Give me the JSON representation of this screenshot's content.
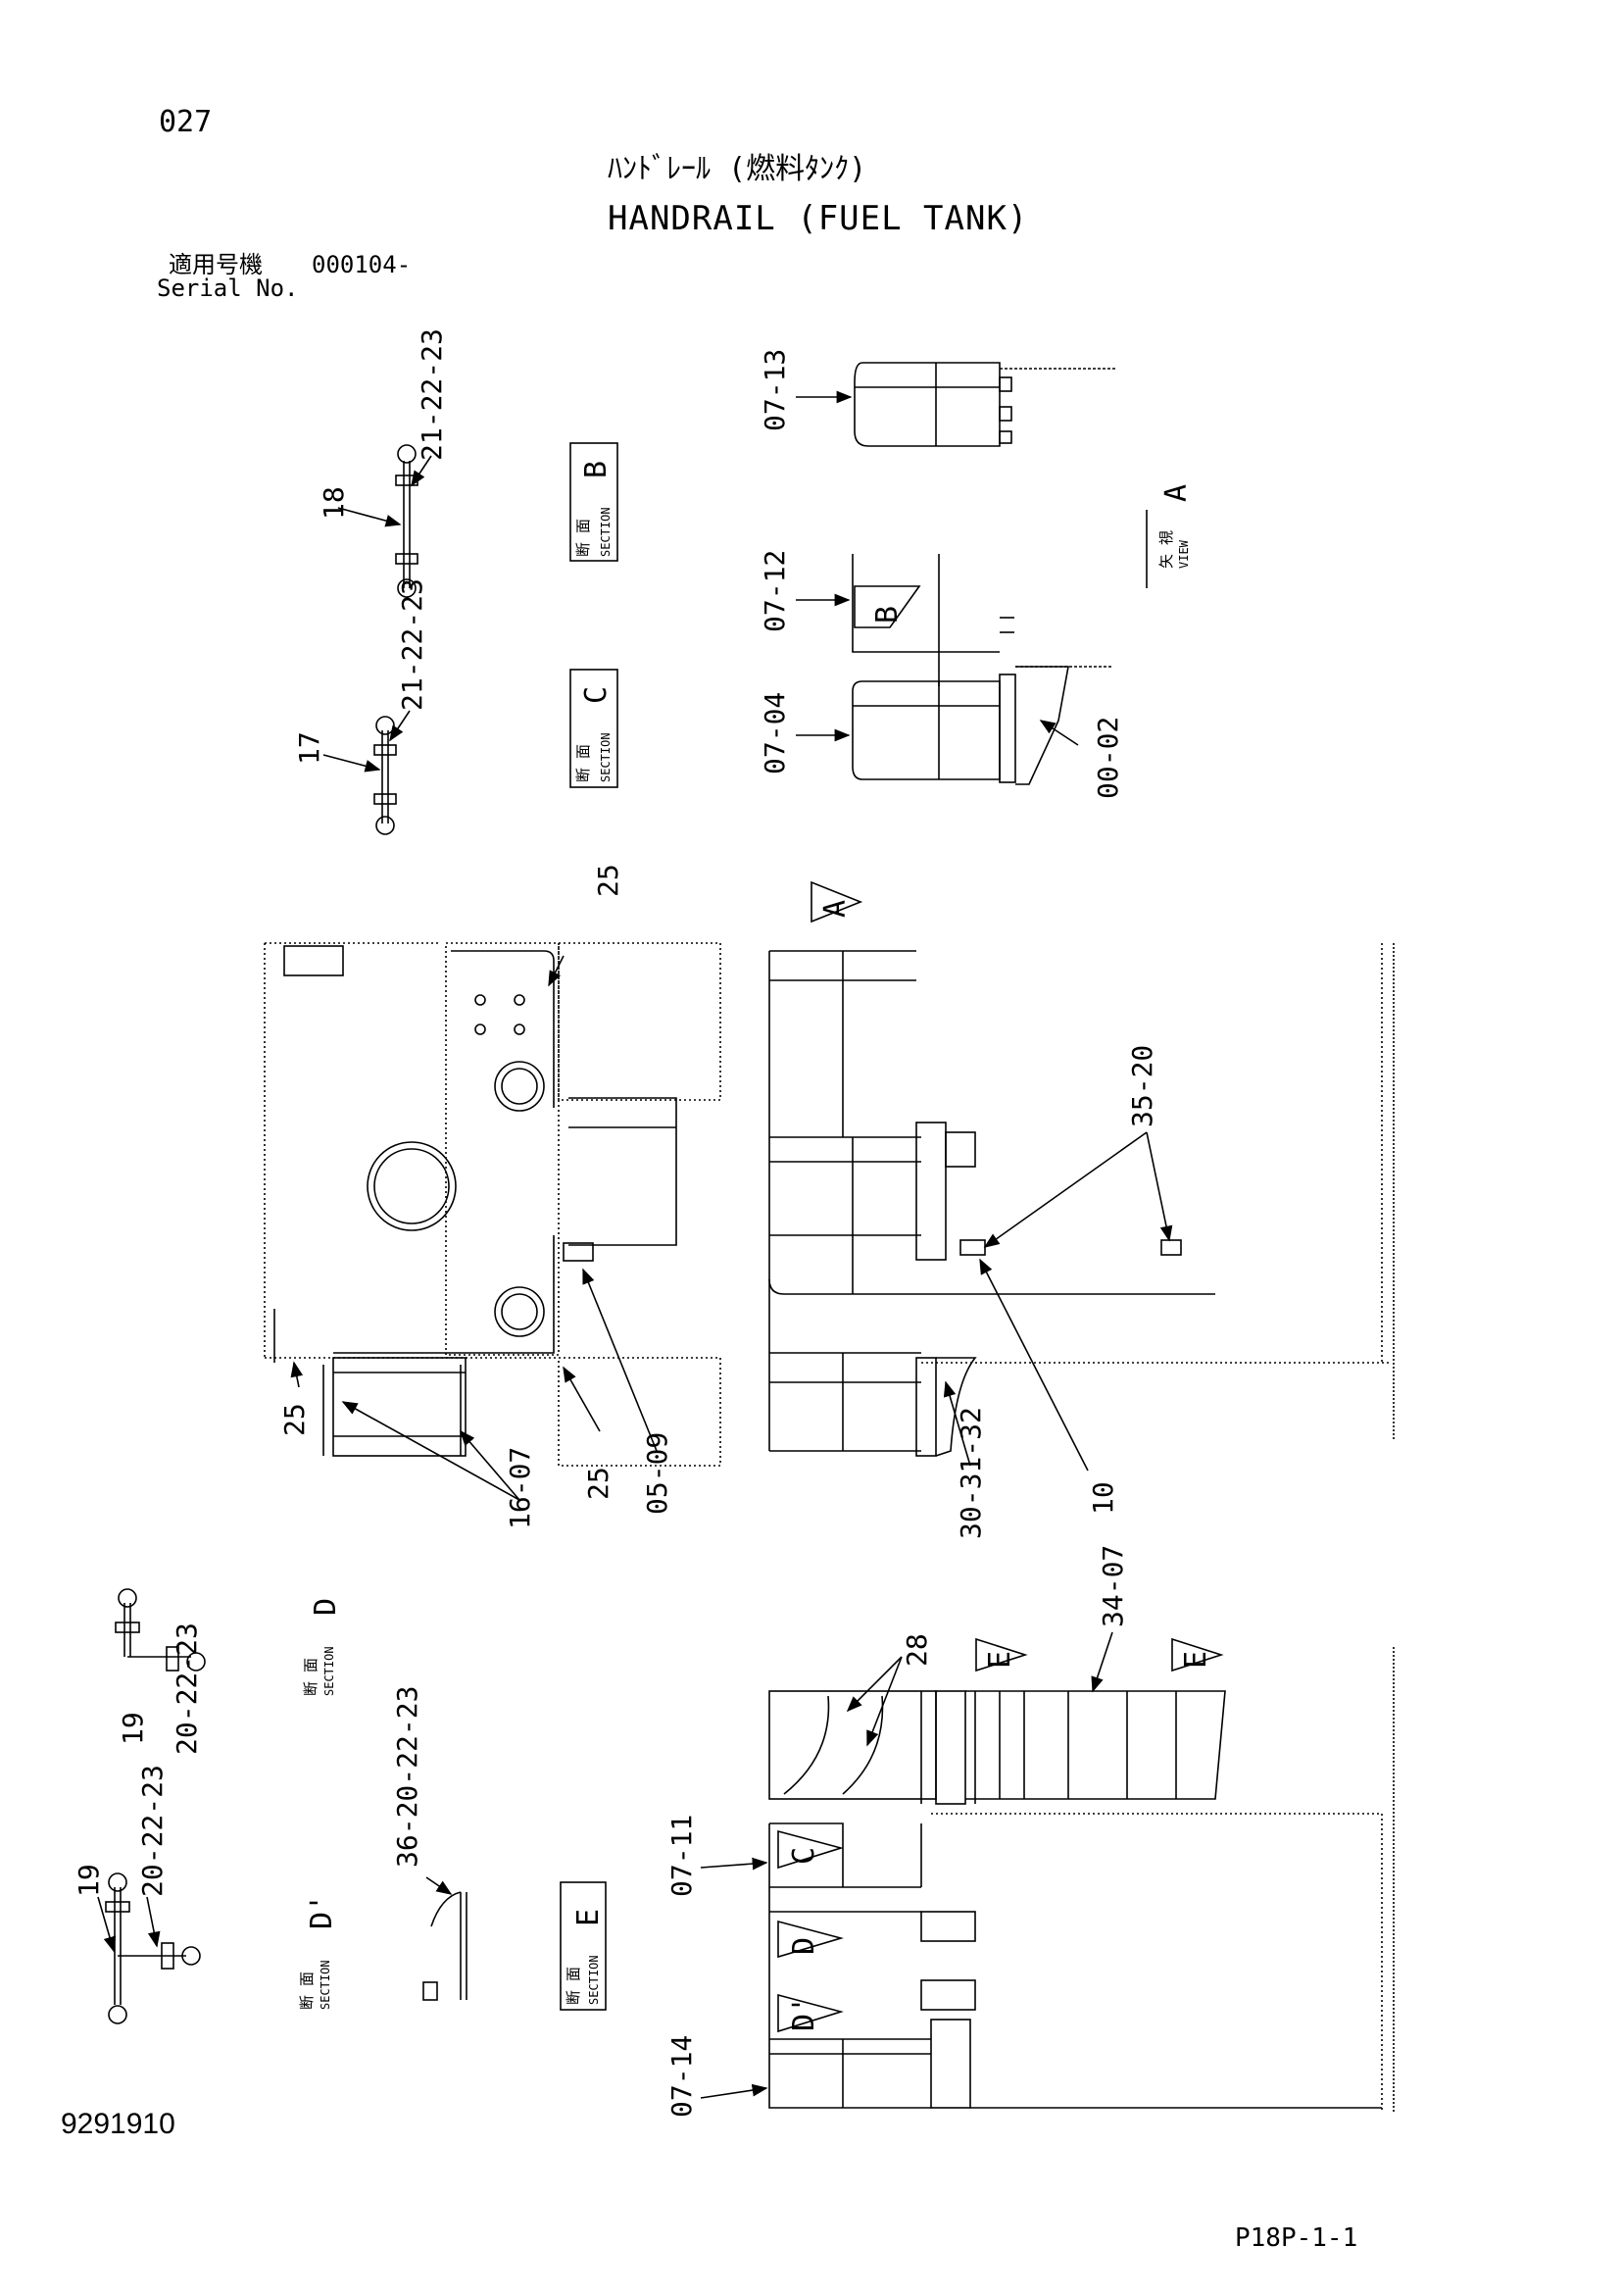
{
  "header": {
    "page_number": "027",
    "title_jp": "ﾊﾝﾄﾞﾚｰﾙ (燃料ﾀﾝｸ)",
    "title_en": "HANDRAIL (FUEL TANK)",
    "serial_label_jp": "適用号機",
    "serial_label_en": "Serial No.",
    "serial_value": "000104-"
  },
  "footer": {
    "drawing_number": "9291910",
    "sheet_ref": "P18P-1-1"
  },
  "views": {
    "view_a_jp": "矢 視",
    "view_a_en": "VIEW",
    "view_a_letter": "A",
    "section_jp": "断 面",
    "section_en": "SECTION",
    "section_b": "B",
    "section_c": "C",
    "section_d": "D",
    "section_d2": "D'",
    "section_e": "E",
    "flag_a": "A",
    "flag_b": "B",
    "flag_c": "C",
    "flag_d": "D",
    "flag_d2": "D'",
    "flag_e": "E"
  },
  "callouts": {
    "c_07_13": "07-13",
    "c_07_12": "07-12",
    "c_07_04": "07-04",
    "c_00_02": "00-02",
    "c_18": "18",
    "c_21_22_23_b": "21-22-23",
    "c_17": "17",
    "c_21_22_23_c": "21-22-23",
    "c_25_top": "25",
    "c_25_left": "25",
    "c_25_mid": "25",
    "c_16_07": "16-07",
    "c_05_09": "05-09",
    "c_35_20": "35-20",
    "c_30_31_32": "30-31-32",
    "c_10": "10",
    "c_19_d": "19",
    "c_20_22_23_d": "20-22-23",
    "c_19_d2": "19",
    "c_20_22_23_d2": "20-22-23",
    "c_36_20_22_23": "36-20-22-23",
    "c_28": "28",
    "c_34_07": "34-07",
    "c_07_11": "07-11",
    "c_07_14": "07-14"
  }
}
